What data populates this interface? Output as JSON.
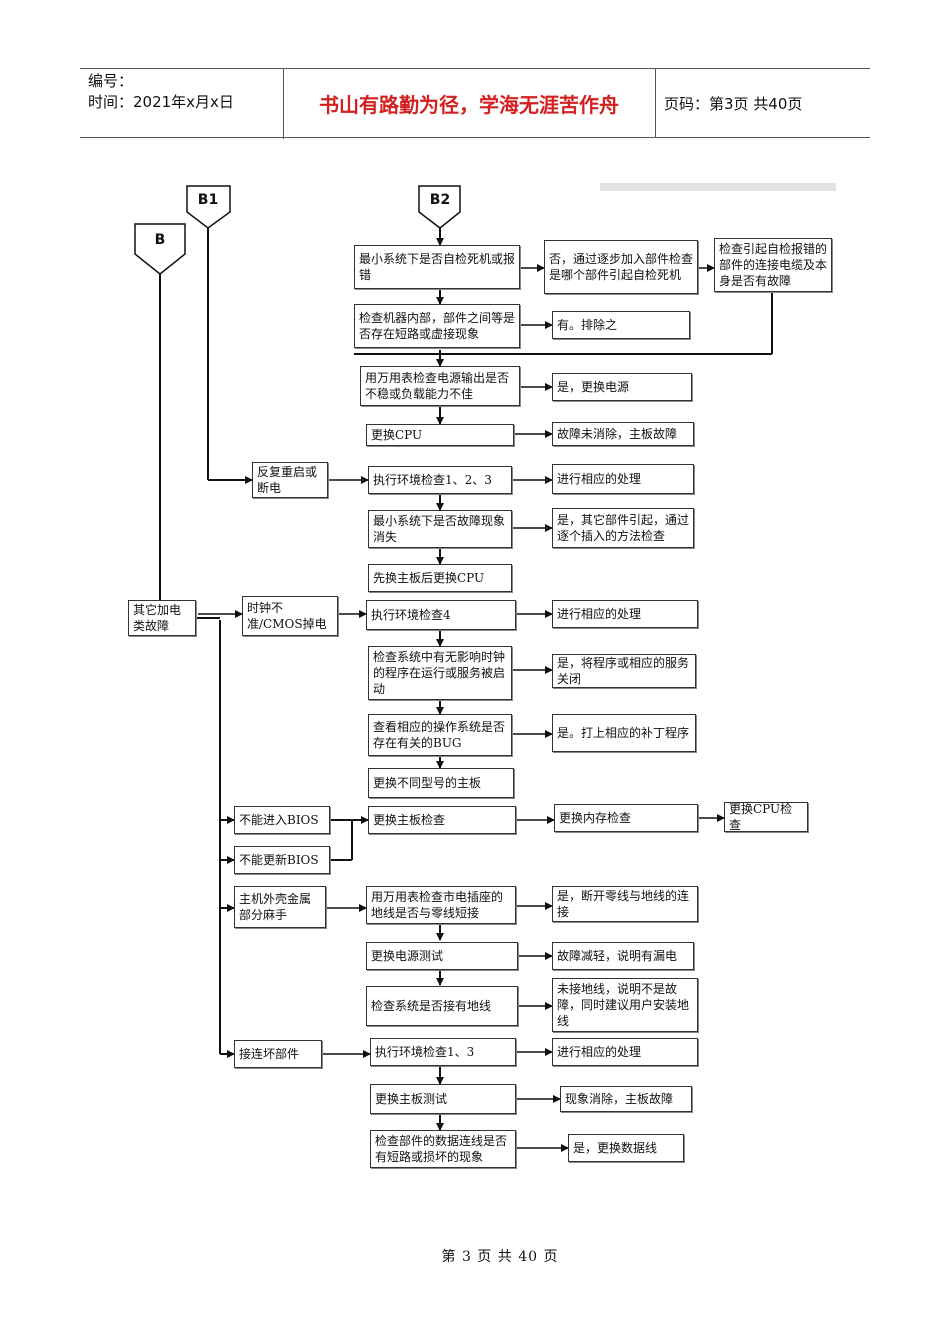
{
  "header": {
    "number_label": "编号：",
    "time_label": "时间：2021年x月x日",
    "motto": "书山有路勤为径，学海无涯苦作舟",
    "page_info": "页码：第3页  共40页"
  },
  "flow": {
    "connectors": {
      "b": "B",
      "b1": "B1",
      "b2": "B2"
    },
    "b2": {
      "min_system_post": "最小系统下是否自检死机或报错",
      "add_parts": "否，通过逐步加入部件检查是哪个部件引起自检死机",
      "check_cable": "检查引起自检报错的部件的连接电缆及本身是否有故障",
      "check_short": "检查机器内部，部件之间等是否存在短路或虚接现象",
      "fix_short": "有。排除之",
      "check_psu": "用万用表检查电源输出是否不稳或负载能力不佳",
      "replace_psu": "是，更换电源",
      "replace_cpu": "更换CPU",
      "board_fault": "故障未消除，主板故障"
    },
    "b1": {
      "reboot": "反复重启或断电",
      "env_check_123": "执行环境检查1、2、3",
      "handle_1": "进行相应的处理",
      "min_system_gone": "最小系统下是否故障现象消失",
      "other_part": "是，其它部件引起，通过逐个插入的方法检查",
      "replace_board_cpu": "先换主板后更换CPU"
    },
    "b": {
      "other_fault": "其它加电类故障",
      "clock": "时钟不准/CMOS掉电",
      "env_check_4": "执行环境检查4",
      "handle_2": "进行相应的处理",
      "check_programs": "检查系统中有无影响时钟的程序在运行或服务被启动",
      "close_service": "是，将程序或相应的服务关闭",
      "check_os_bug": "查看相应的操作系统是否存在有关的BUG",
      "patch": "是。打上相应的补丁程序",
      "replace_model": "更换不同型号的主板",
      "no_bios": "不能进入BIOS",
      "no_bios_update": "不能更新BIOS",
      "replace_board_check": "更换主板检查",
      "replace_mem_check": "更换内存检查",
      "replace_cpu_check": "更换CPU检查",
      "case_shock": "主机外壳金属部分麻手",
      "check_outlet": "用万用表检查市电插座的地线是否与零线短接",
      "disconnect": "是，断开零线与地线的连接",
      "psu_test": "更换电源测试",
      "leakage": "故障减轻，说明有漏电",
      "check_ground": "检查系统是否接有地线",
      "no_ground": "未接地线，说明不是故障，同时建议用户安装地线",
      "bad_connect": "接连坏部件",
      "env_check_13": "执行环境检查1、3",
      "handle_3": "进行相应的处理",
      "board_test": "更换主板测试",
      "gone_board_fault": "现象消除，主板故障",
      "check_data_cable": "检查部件的数据连线是否有短路或损坏的现象",
      "replace_data_cable": "是，更换数据线"
    }
  },
  "footer": {
    "page_text": "第 3 页 共 40 页"
  }
}
